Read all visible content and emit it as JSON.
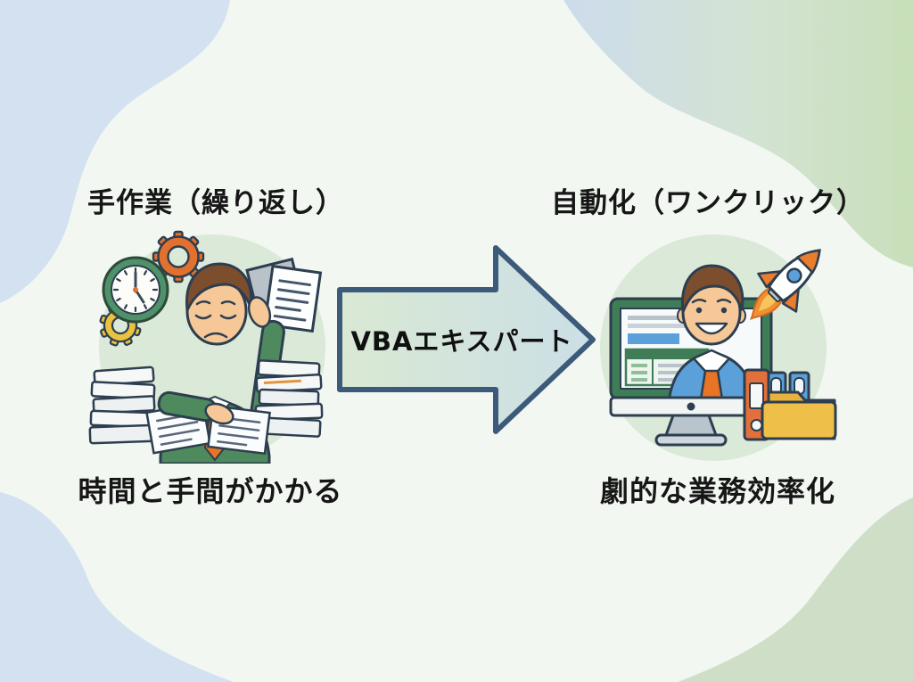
{
  "meta": {
    "type": "infographic",
    "language": "ja",
    "topic": "VBA automation before/after"
  },
  "before": {
    "title": "手作業（繰り返し）",
    "caption": "時間と手間がかかる",
    "illustration": "stressed-office-worker-with-clock-gears-and-paper-stacks"
  },
  "transform": {
    "label": "VBAエキスパート"
  },
  "after": {
    "title": "自動化（ワンクリック）",
    "caption": "劇的な業務効率化",
    "illustration": "happy-worker-on-monitor-with-rocket-and-folders"
  },
  "colors": {
    "background": "#f2f7f1",
    "blob_blue": "#d3e1f1",
    "blob_green": "#cfdfc7",
    "illustration_circle": "#dbe9d8",
    "outline": "#2d3e50",
    "arrow_border": "#3c5a7a",
    "arrow_fill_start": "#d9e9d3",
    "arrow_fill_end": "#cbdfe6",
    "text": "#161616",
    "accent_green": "#4e8a5e",
    "accent_orange": "#e87425",
    "accent_blue": "#5ba0d8",
    "accent_yellow": "#ecb83e"
  }
}
